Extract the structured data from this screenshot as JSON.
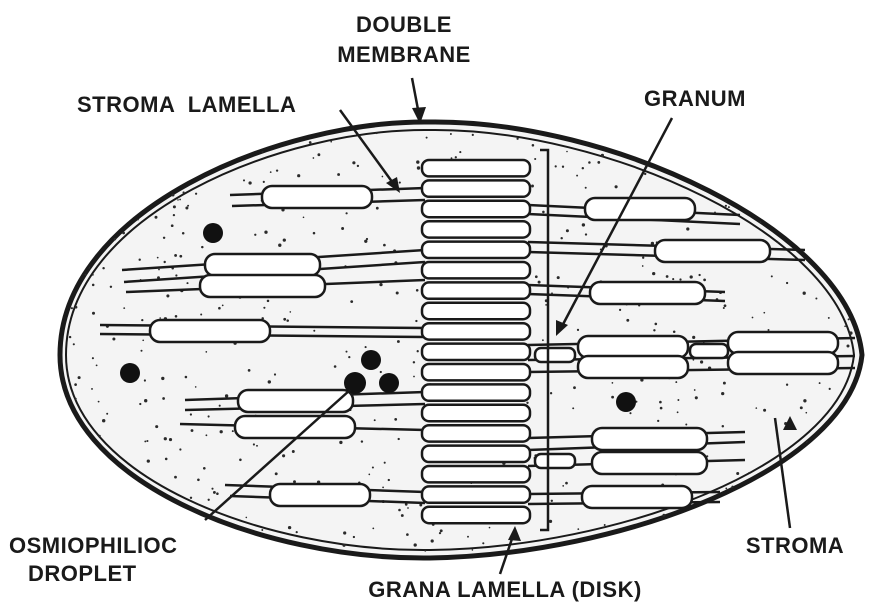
{
  "labels": {
    "double_membrane_line1": "DOUBLE",
    "double_membrane_line2": "MEMBRANE",
    "stroma_lamella": "STROMA  LAMELLA",
    "granum": "GRANUM",
    "osmiophilic_line1": "OSMIOPHILIOC",
    "osmiophilic_line2": "DROPLET",
    "stroma": "STROMA",
    "grana_lamella": "GRANA LAMELLA (DISK)"
  },
  "colors": {
    "ink": "#1a1a1a",
    "fill": "#f4f4f4",
    "background": "#ffffff"
  }
}
